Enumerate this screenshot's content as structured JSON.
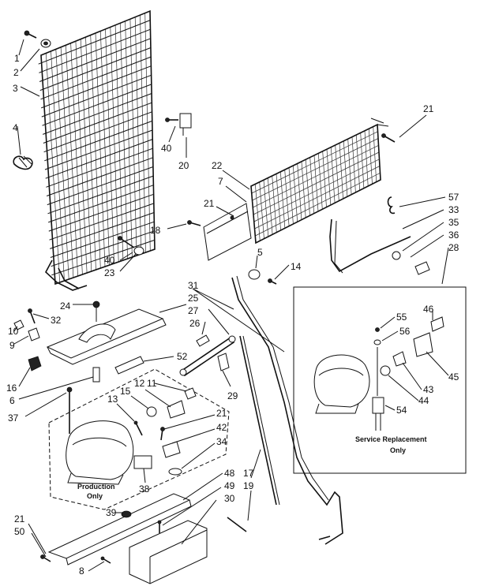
{
  "callouts": [
    {
      "id": "c1",
      "label": "1"
    },
    {
      "id": "c2",
      "label": "2"
    },
    {
      "id": "c3",
      "label": "3"
    },
    {
      "id": "c4",
      "label": "4"
    },
    {
      "id": "c40a",
      "label": "40"
    },
    {
      "id": "c20",
      "label": "20"
    },
    {
      "id": "c21a",
      "label": "21"
    },
    {
      "id": "c22",
      "label": "22"
    },
    {
      "id": "c7",
      "label": "7"
    },
    {
      "id": "c21b",
      "label": "21"
    },
    {
      "id": "c18",
      "label": "18"
    },
    {
      "id": "c57",
      "label": "57"
    },
    {
      "id": "c33",
      "label": "33"
    },
    {
      "id": "c35",
      "label": "35"
    },
    {
      "id": "c36",
      "label": "36"
    },
    {
      "id": "c28",
      "label": "28"
    },
    {
      "id": "c40b",
      "label": "40"
    },
    {
      "id": "c23",
      "label": "23"
    },
    {
      "id": "c5",
      "label": "5"
    },
    {
      "id": "c14",
      "label": "14"
    },
    {
      "id": "c31",
      "label": "31"
    },
    {
      "id": "c25",
      "label": "25"
    },
    {
      "id": "c27",
      "label": "27"
    },
    {
      "id": "c26",
      "label": "26"
    },
    {
      "id": "c24",
      "label": "24"
    },
    {
      "id": "c32",
      "label": "32"
    },
    {
      "id": "c10",
      "label": "10"
    },
    {
      "id": "c9",
      "label": "9"
    },
    {
      "id": "c16",
      "label": "16"
    },
    {
      "id": "c52",
      "label": "52"
    },
    {
      "id": "c11",
      "label": "11"
    },
    {
      "id": "c12",
      "label": "12"
    },
    {
      "id": "c15",
      "label": "15"
    },
    {
      "id": "c13",
      "label": "13"
    },
    {
      "id": "c29",
      "label": "29"
    },
    {
      "id": "c6",
      "label": "6"
    },
    {
      "id": "c37",
      "label": "37"
    },
    {
      "id": "c21c",
      "label": "21"
    },
    {
      "id": "c42",
      "label": "42"
    },
    {
      "id": "c34",
      "label": "34"
    },
    {
      "id": "c38",
      "label": "38"
    },
    {
      "id": "c17",
      "label": "17"
    },
    {
      "id": "c19",
      "label": "19"
    },
    {
      "id": "c48",
      "label": "48"
    },
    {
      "id": "c49",
      "label": "49"
    },
    {
      "id": "c30",
      "label": "30"
    },
    {
      "id": "c39",
      "label": "39"
    },
    {
      "id": "c21d",
      "label": "21"
    },
    {
      "id": "c50",
      "label": "50"
    },
    {
      "id": "c8",
      "label": "8"
    },
    {
      "id": "c55",
      "label": "55"
    },
    {
      "id": "c56",
      "label": "56"
    },
    {
      "id": "c46",
      "label": "46"
    },
    {
      "id": "c45",
      "label": "45"
    },
    {
      "id": "c43",
      "label": "43"
    },
    {
      "id": "c44",
      "label": "44"
    },
    {
      "id": "c54",
      "label": "54"
    }
  ],
  "notes": {
    "production": [
      "Production",
      "Only"
    ],
    "service": [
      "Service Replacement",
      "Only"
    ]
  }
}
